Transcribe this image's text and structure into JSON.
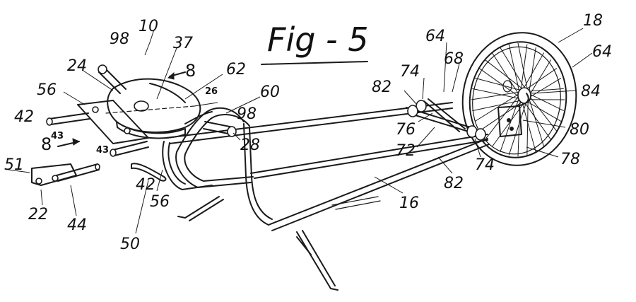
{
  "figure": {
    "title": "Fig - 5"
  },
  "reference_numerals": {
    "assembly": "10",
    "frame": "16",
    "wheel": "18",
    "hitch_plate": "22",
    "platform": "24",
    "platform_edge": "26",
    "hand_grip_arm": "28",
    "pivot": "37",
    "left_pin_front": "42",
    "left_pin_rear": "42",
    "pin_mark_upper": "43",
    "pin_mark_lower": "43",
    "hitch_bar": "44",
    "clip": "50",
    "hitch_end": "51",
    "bracket_upper": "56",
    "bracket_lower": "56",
    "rail": "60",
    "rail_end": "62",
    "axle_left": "64",
    "axle_right": "64",
    "cross_member": "68",
    "roller_a": "72",
    "spacer_upper": "74",
    "spacer_lower": "74",
    "roller_b": "76",
    "dropout": "78",
    "fork": "80",
    "clamp_upper": "82",
    "clamp_lower": "82",
    "hub": "84",
    "grip_left": "98",
    "grip_right": "98"
  },
  "section_marks": {
    "upper": "8",
    "lower": "8"
  },
  "colors": {
    "ink": "#1a1a1a",
    "paper": "#ffffff"
  }
}
